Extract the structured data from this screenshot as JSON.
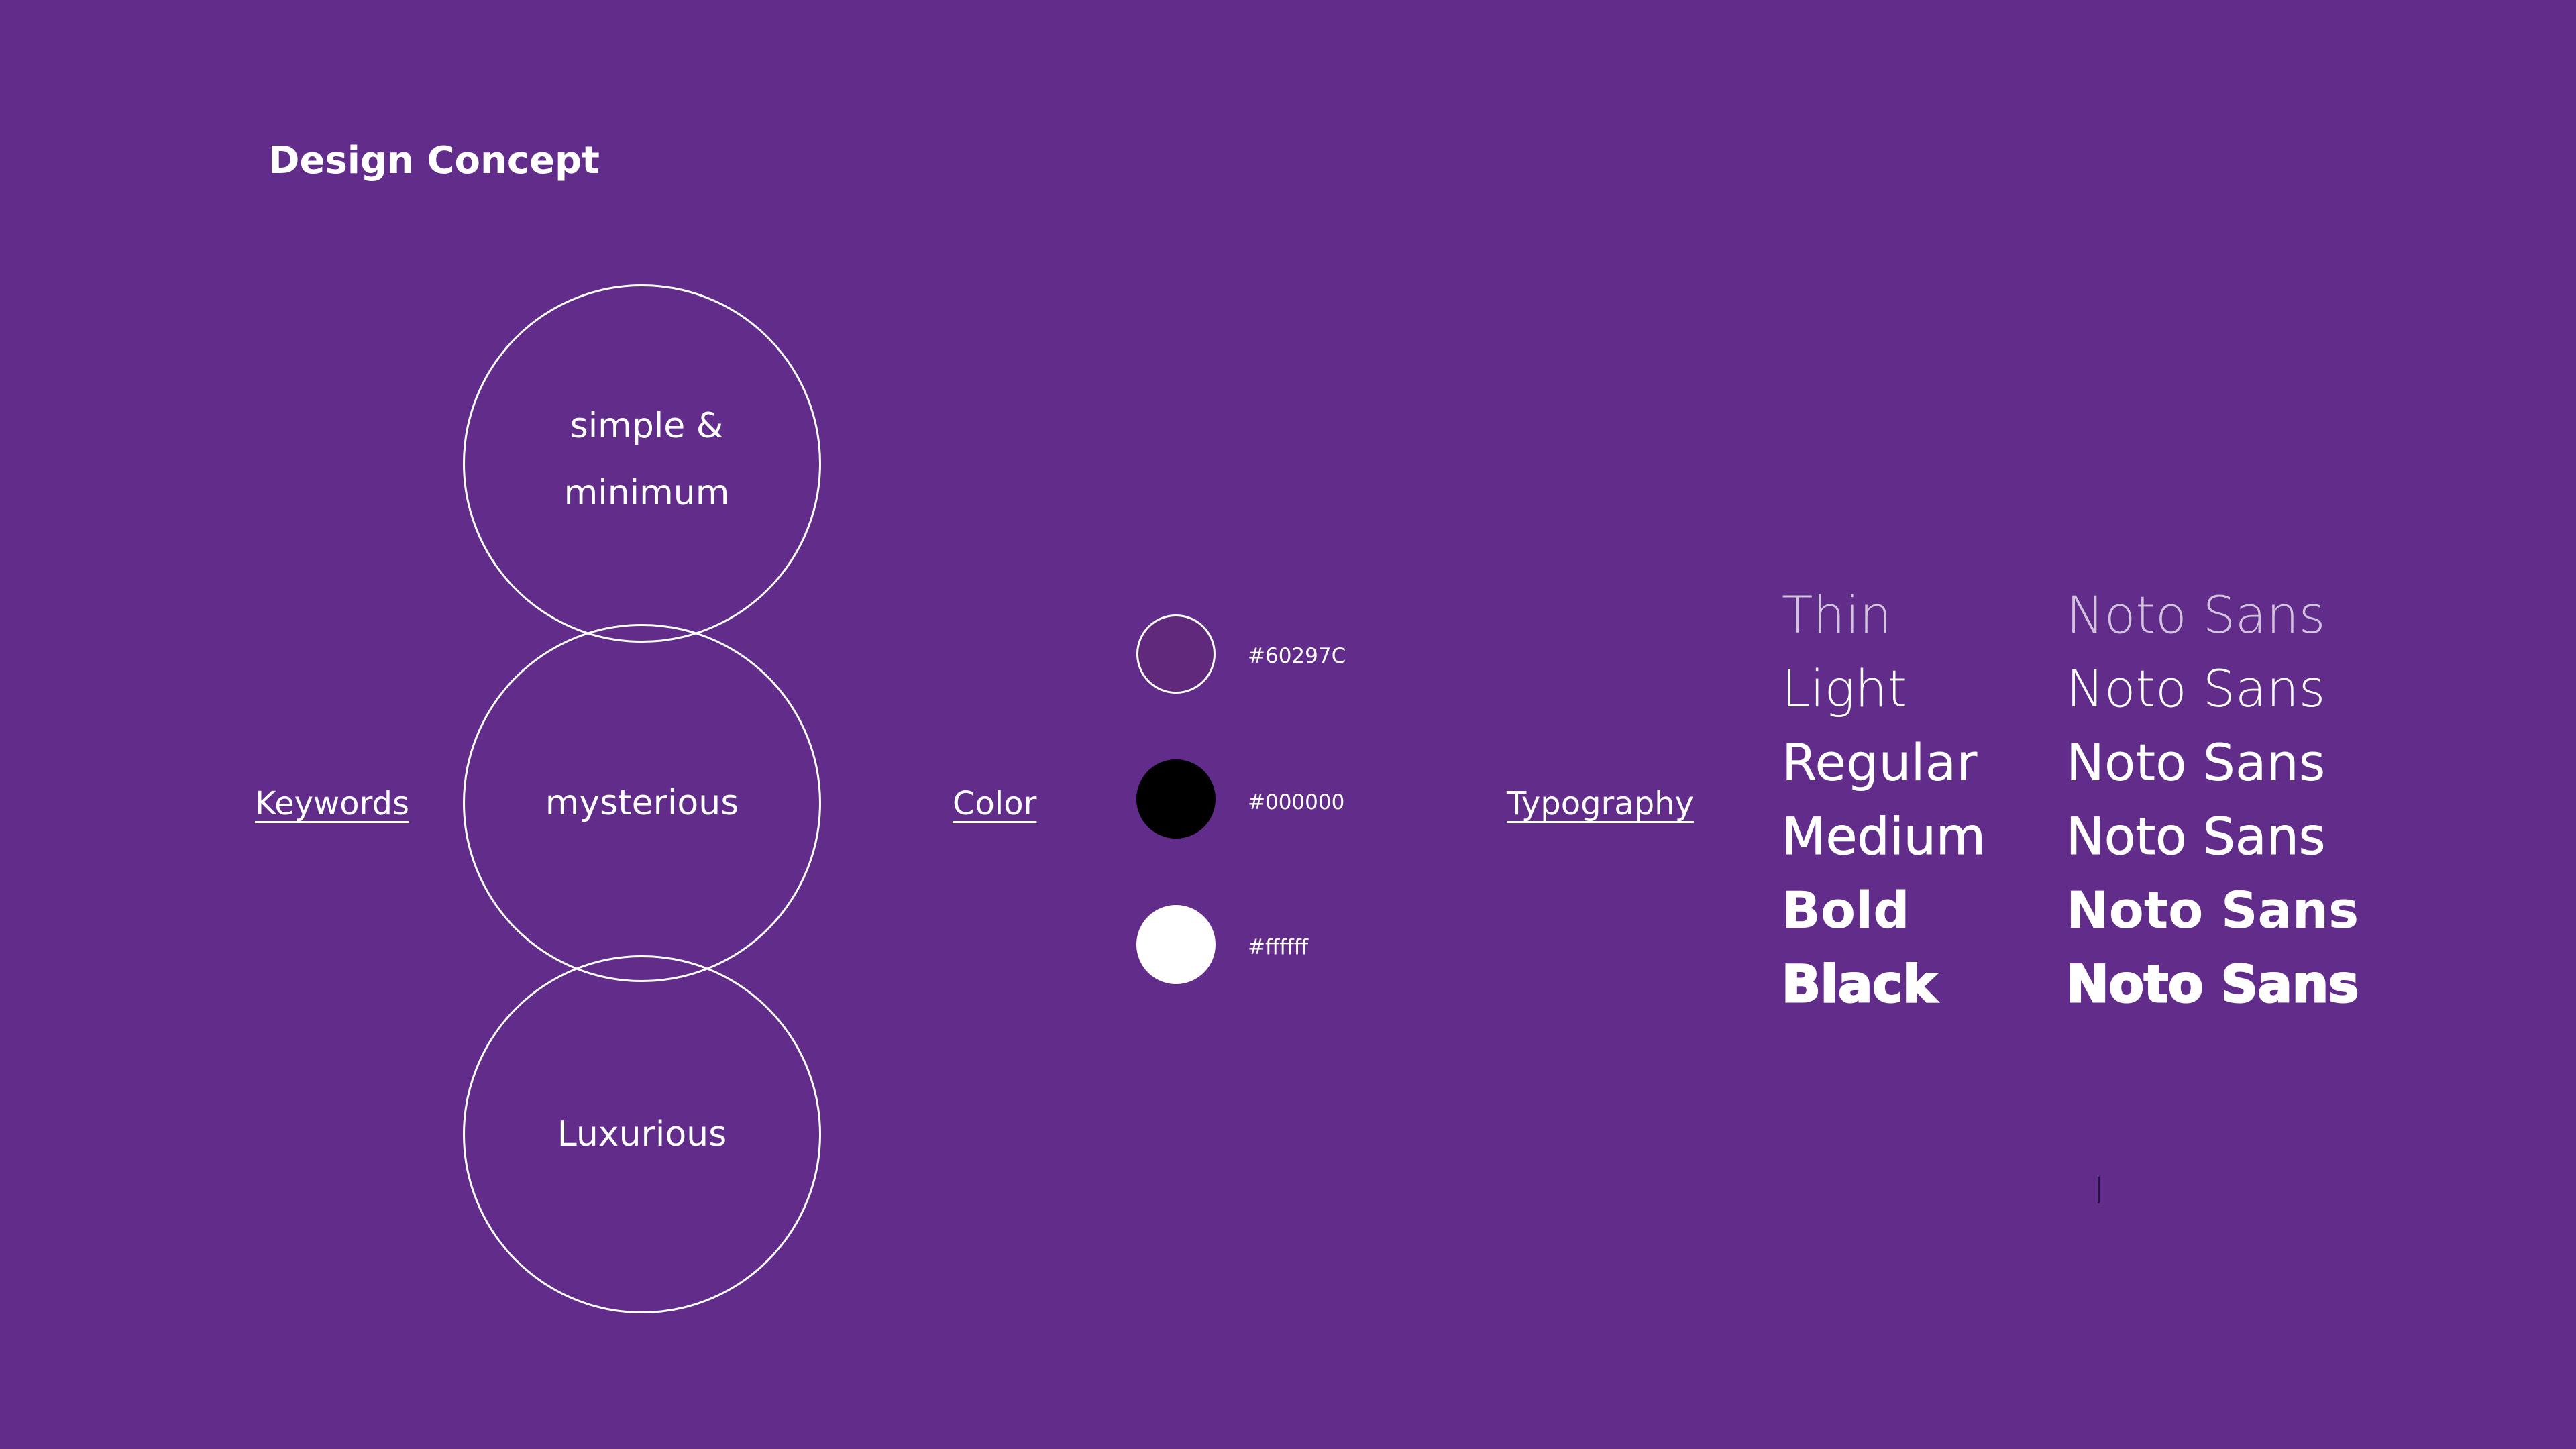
{
  "page": {
    "title": "Design Concept",
    "background_color": "#622C8B"
  },
  "keywords": {
    "label": "Keywords",
    "items": [
      "simple & minimum",
      "mysterious",
      "Luxurious"
    ]
  },
  "color": {
    "label": "Color",
    "swatches": [
      {
        "hex": "#60297C",
        "label": "#60297C"
      },
      {
        "hex": "#000000",
        "label": "#000000"
      },
      {
        "hex": "#ffffff",
        "label": "#ffffff"
      }
    ]
  },
  "typography": {
    "label": "Typography",
    "rows": [
      {
        "weight": "Thin",
        "sample": "Noto Sans"
      },
      {
        "weight": "Light",
        "sample": "Noto Sans"
      },
      {
        "weight": "Regular",
        "sample": "Noto Sans"
      },
      {
        "weight": "Medium",
        "sample": "Noto Sans"
      },
      {
        "weight": "Bold",
        "sample": "Noto Sans"
      },
      {
        "weight": "Black",
        "sample": "Noto Sans"
      }
    ]
  }
}
